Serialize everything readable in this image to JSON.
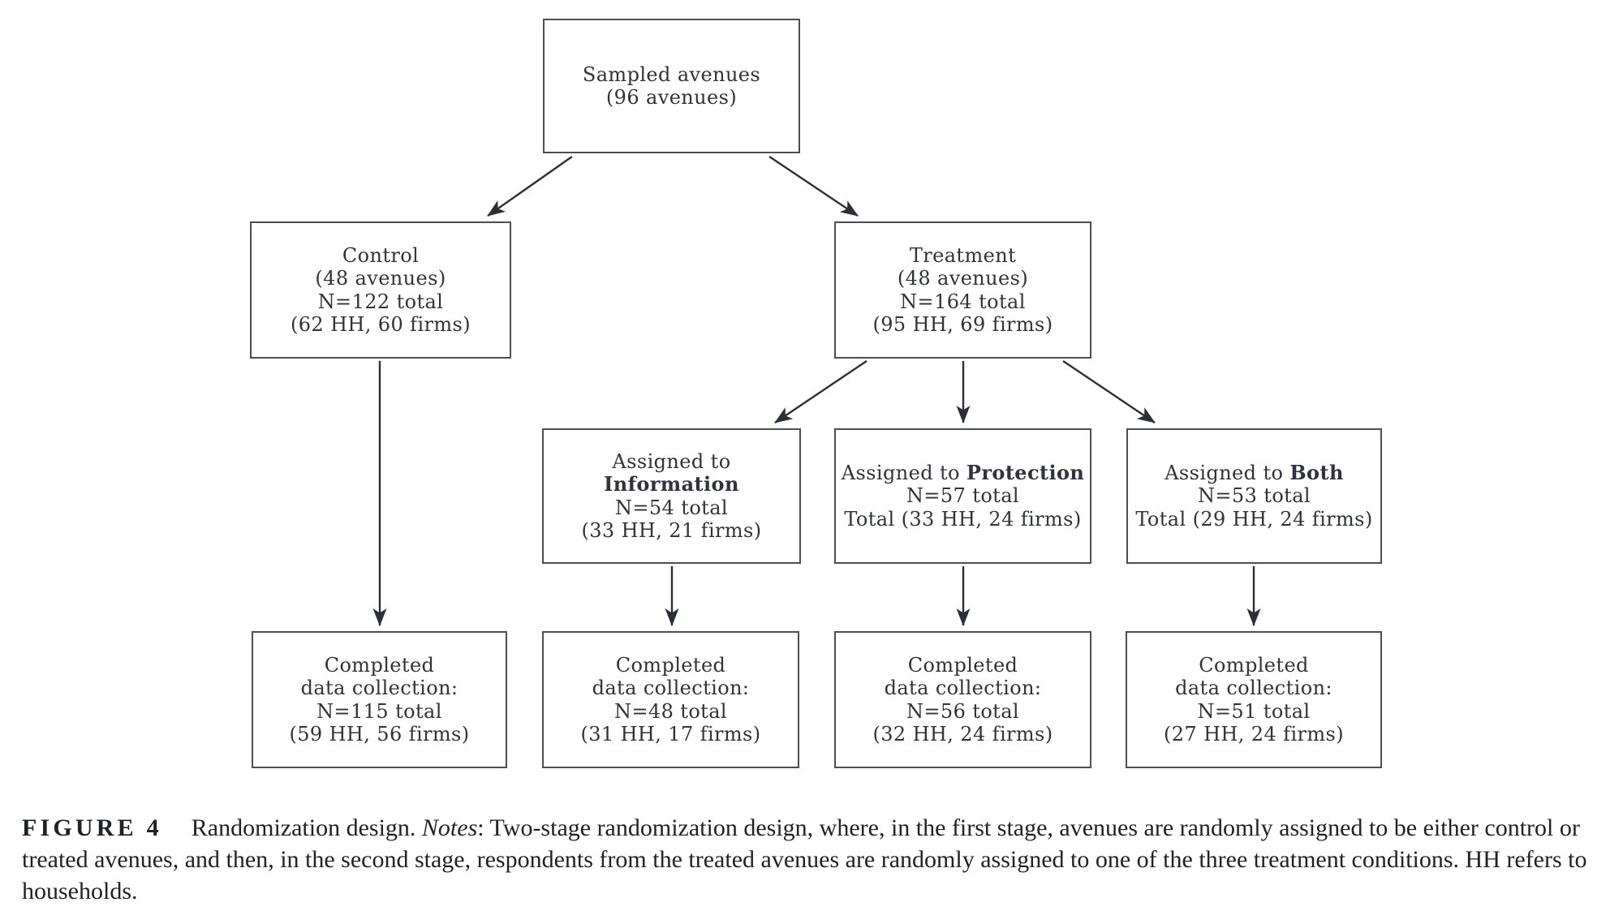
{
  "colors": {
    "background": "#ffffff",
    "box_border": "#4a4f57",
    "box_text": "#2f333c",
    "arrow": "#2b3038",
    "caption_text": "#1d2129"
  },
  "diagram": {
    "nodes": {
      "sampled": {
        "lines": [
          "Sampled avenues",
          "(96 avenues)"
        ]
      },
      "control": {
        "lines": [
          "Control",
          "(48 avenues)",
          "N=122 total",
          "(62 HH, 60 firms)"
        ]
      },
      "treatment": {
        "lines": [
          "Treatment",
          "(48 avenues)",
          "N=164 total",
          "(95 HH, 69 firms)"
        ]
      },
      "information": {
        "assigned_prefix": "Assigned to",
        "assigned_bold": "Information",
        "lines": [
          "N=54 total",
          "(33 HH, 21 firms)"
        ]
      },
      "protection": {
        "assigned_prefix": "Assigned to",
        "assigned_bold": "Protection",
        "lines": [
          "N=57 total",
          "Total (33 HH, 24 firms)"
        ]
      },
      "both": {
        "assigned_prefix": "Assigned to",
        "assigned_bold": "Both",
        "lines": [
          "N=53 total",
          "Total (29 HH, 24 firms)"
        ]
      },
      "completed_control": {
        "lines": [
          "Completed",
          "data collection:",
          "N=115 total",
          "(59 HH, 56 firms)"
        ]
      },
      "completed_information": {
        "lines": [
          "Completed",
          "data collection:",
          "N=48 total",
          "(31 HH, 17 firms)"
        ]
      },
      "completed_protection": {
        "lines": [
          "Completed",
          "data collection:",
          "N=56 total",
          "(32 HH, 24 firms)"
        ]
      },
      "completed_both": {
        "lines": [
          "Completed",
          "data collection:",
          "N=51 total",
          "(27 HH, 24 firms)"
        ]
      }
    }
  },
  "caption": {
    "label": "FIGURE 4",
    "title": "Randomization design.",
    "notes_label": "Notes",
    "notes_text": ": Two-stage randomization design, where, in the first stage, avenues are randomly assigned to be either control or treated avenues, and then, in the second stage, respondents from the treated avenues are randomly assigned to one of the three treatment conditions. HH refers to households."
  }
}
